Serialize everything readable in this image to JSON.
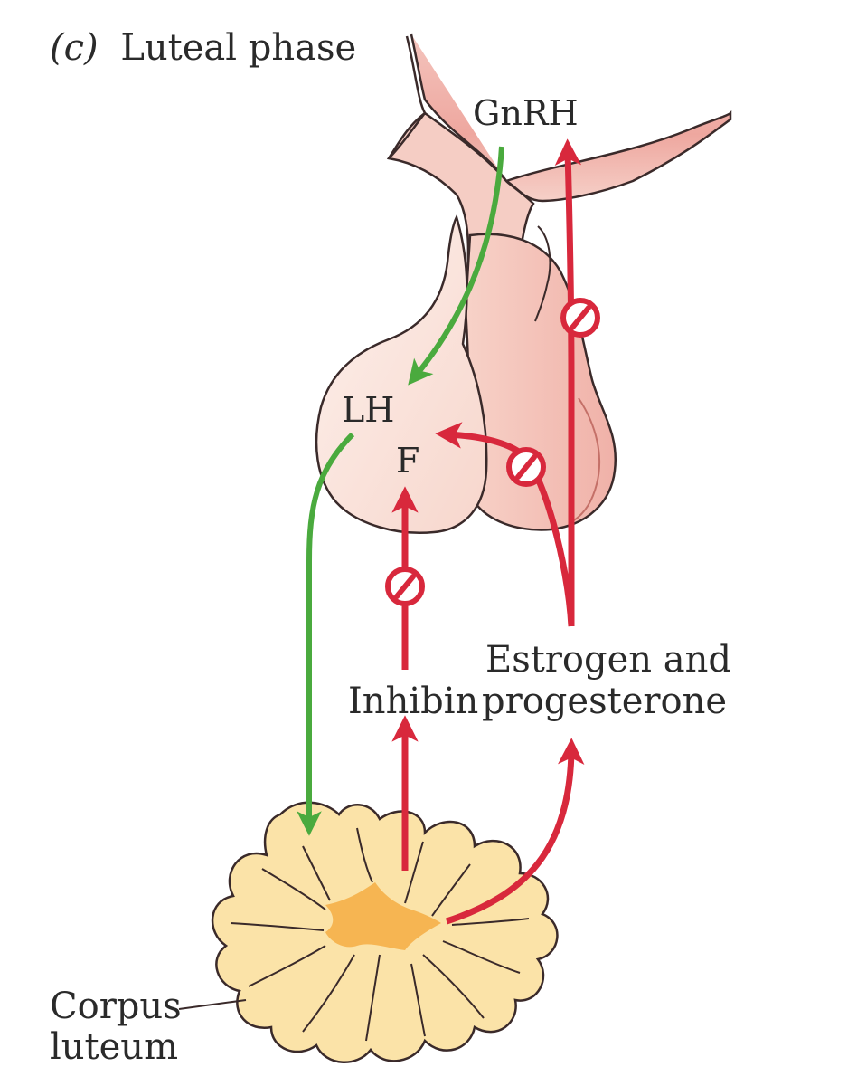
{
  "figure": {
    "panel_letter": "(c)",
    "panel_title": "Luteal phase"
  },
  "labels": {
    "gnrh": "GnRH",
    "lh": "LH",
    "f": "F",
    "inhibin": "Inhibin",
    "estrogen_line1": "Estrogen and",
    "estrogen_line2": "progesterone",
    "corpus_line1": "Corpus",
    "corpus_line2": "luteum"
  },
  "colors": {
    "stimulatory_arrow": "#4aaa3e",
    "inhibitory_arrow": "#d8283c",
    "hypothalamus": "#efb3ad",
    "pituitary_anterior": "#fbe3da",
    "pituitary_posterior": "#f5c6bc",
    "corpus_luteum": "#fbe3a8",
    "corpus_center": "#f6b552",
    "outline": "#3a2a2a"
  }
}
